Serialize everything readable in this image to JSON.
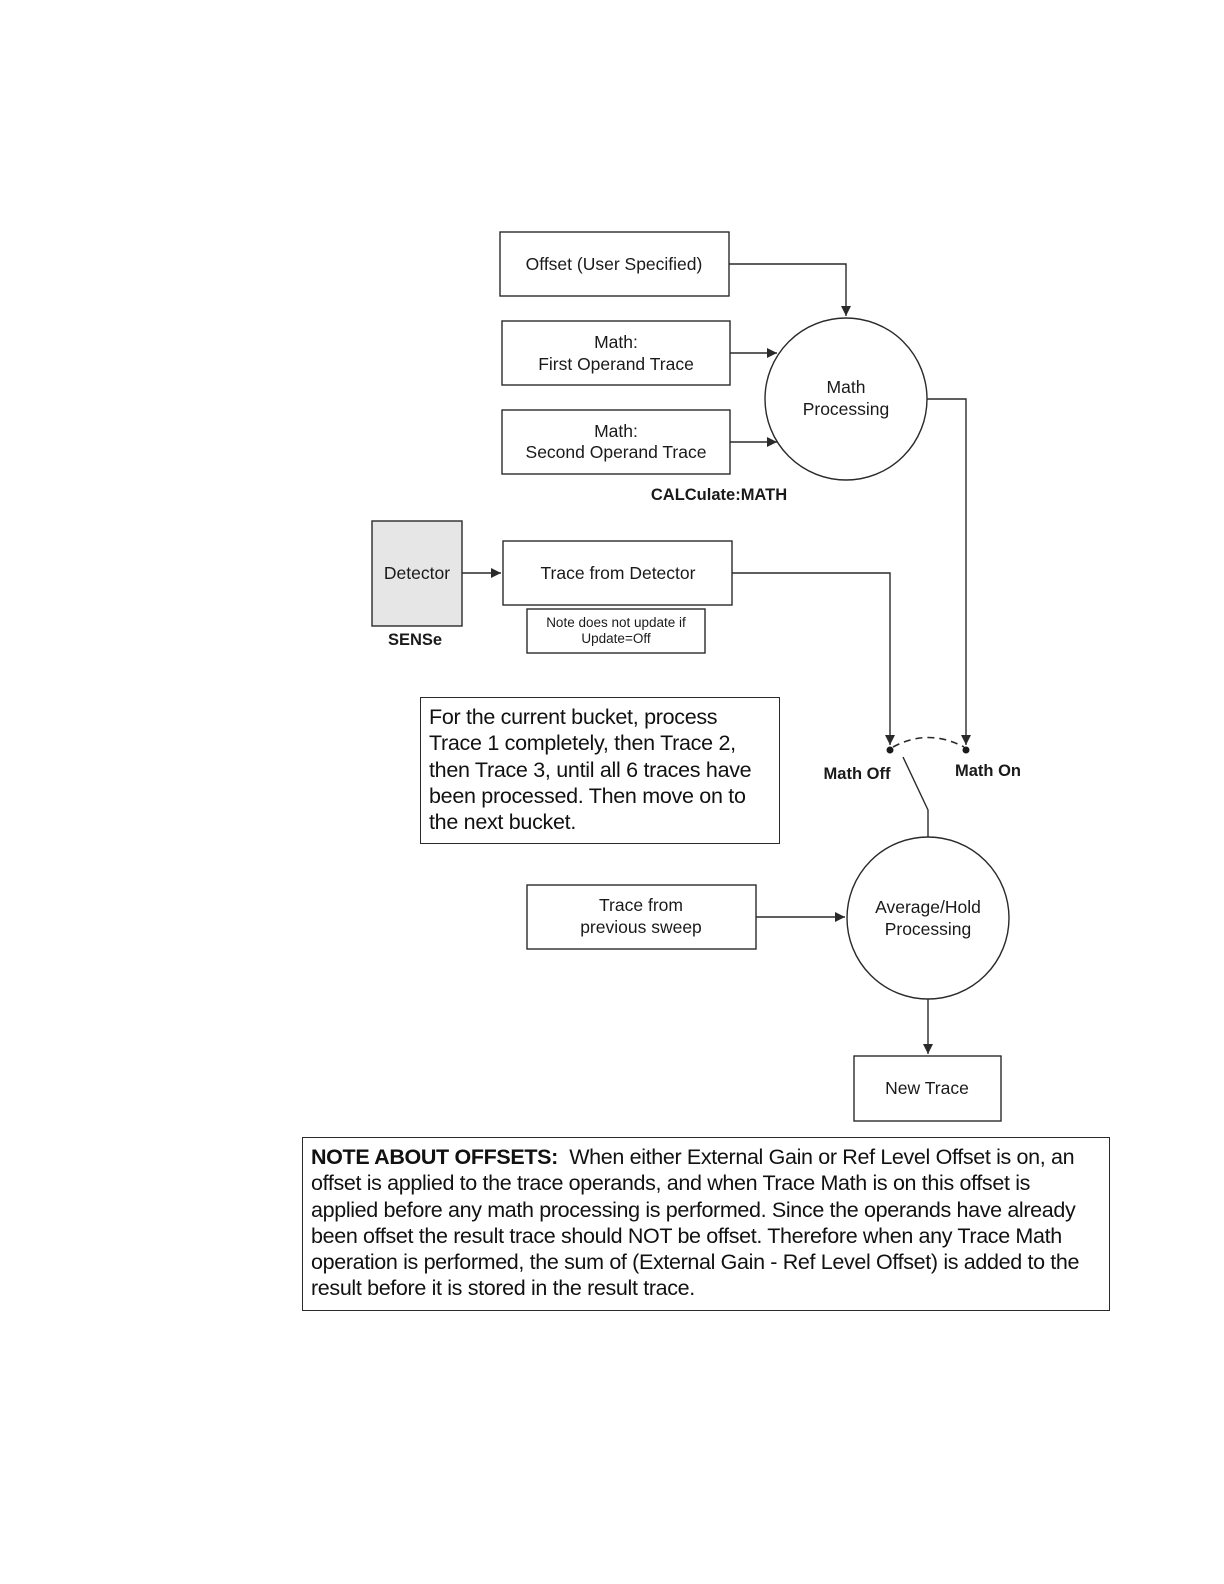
{
  "diagram": {
    "nodes": {
      "offset": "Offset (User Specified)",
      "first_operand": [
        "Math:",
        "First Operand Trace"
      ],
      "second_operand": [
        "Math:",
        "Second Operand Trace"
      ],
      "math_processing": [
        "Math",
        "Processing"
      ],
      "detector": "Detector",
      "trace_from_detector": "Trace from Detector",
      "update_note": [
        "Note does not update if",
        "Update=Off"
      ],
      "trace_prev_sweep": [
        "Trace from",
        "previous sweep"
      ],
      "avg_hold": [
        "Average/Hold",
        "Processing"
      ],
      "new_trace": "New Trace"
    },
    "labels": {
      "calculate_math": "CALCulate:MATH",
      "sense": "SENSe",
      "math_off": "Math Off",
      "math_on": "Math On"
    },
    "edges": [
      {
        "from": "Offset (User Specified)",
        "to": "Math Processing"
      },
      {
        "from": "Math: First Operand Trace",
        "to": "Math Processing"
      },
      {
        "from": "Math: Second Operand Trace",
        "to": "Math Processing"
      },
      {
        "from": "Detector",
        "to": "Trace from Detector"
      },
      {
        "from": "Trace from Detector",
        "to": "Math Off"
      },
      {
        "from": "Math Processing",
        "to": "Math On"
      },
      {
        "from": "Math Off / Math On switch",
        "to": "Average/Hold Processing"
      },
      {
        "from": "Trace from previous sweep",
        "to": "Average/Hold Processing"
      },
      {
        "from": "Average/Hold Processing",
        "to": "New Trace"
      }
    ]
  },
  "process_note": "For the current bucket, process Trace 1 completely, then Trace 2, then Trace 3, until all 6 traces have been processed.  Then move on to the next bucket.",
  "offsets_note": {
    "heading": "NOTE ABOUT OFFSETS:",
    "body": "When either External Gain or Ref Level Offset is on, an offset is applied to the trace operands, and when Trace Math is on this offset is applied before any math processing is performed. Since the operands have already been offset the result trace should NOT be offset.  Therefore when any Trace Math operation is performed, the sum of (External Gain - Ref Level Offset) is added to the result before it is stored in the result trace."
  }
}
